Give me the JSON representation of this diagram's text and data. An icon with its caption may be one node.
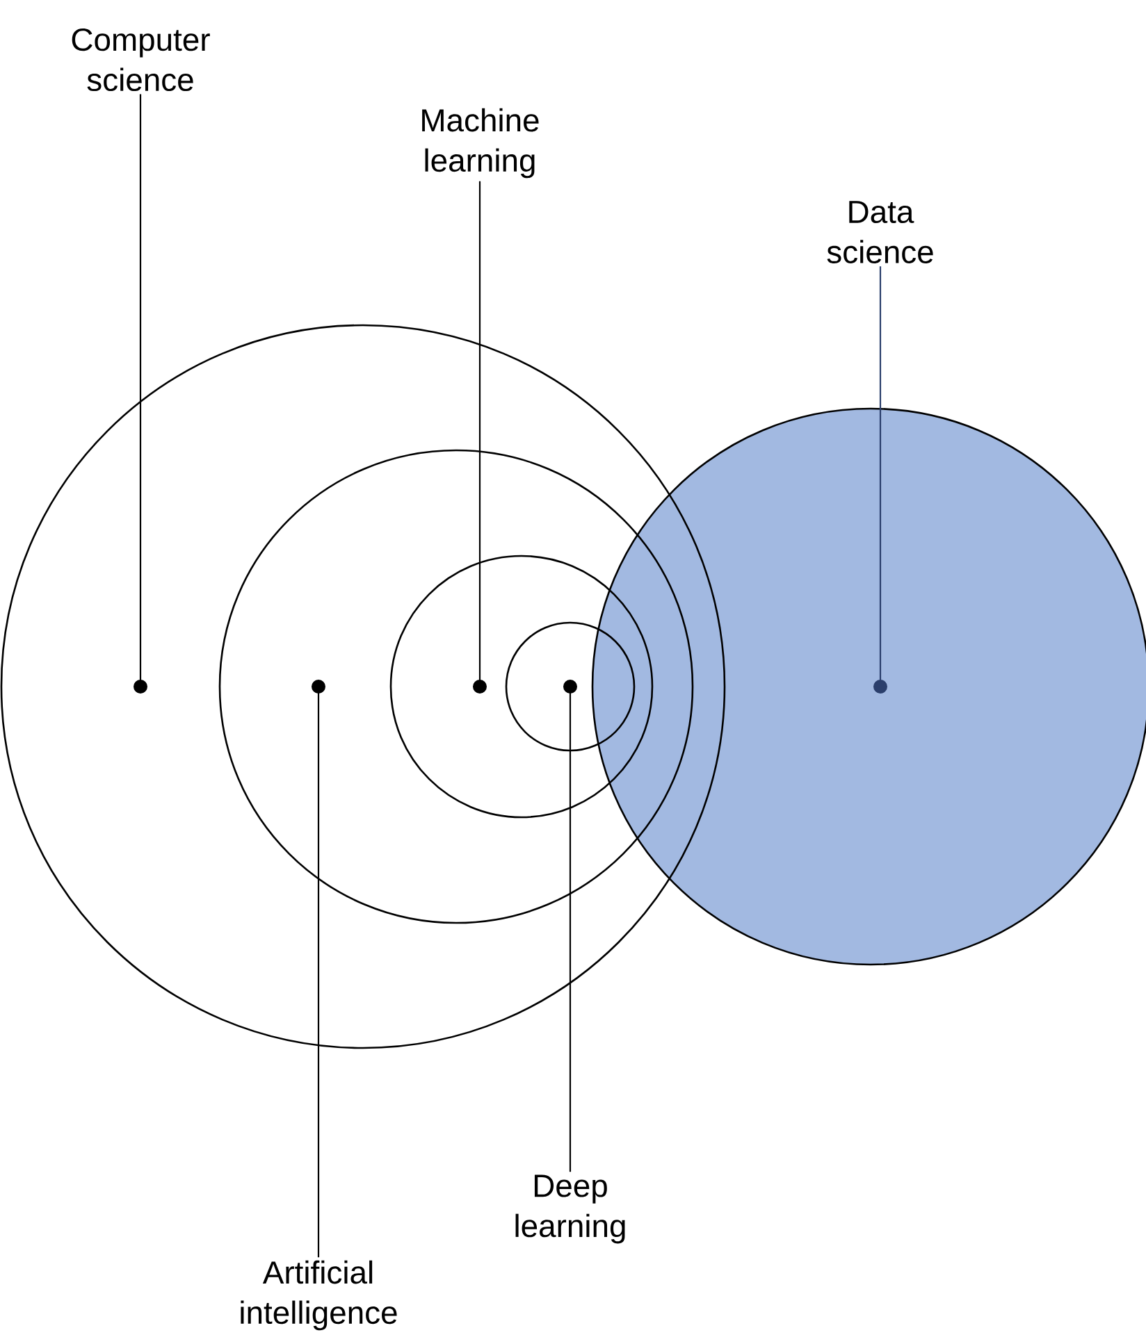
{
  "diagram": {
    "nodes": [
      {
        "text": [],
        "shape": "circle"
      },
      {
        "text": [],
        "shape": "circle",
        "in": 0
      },
      {
        "text": [],
        "shape": "circle",
        "in": 1
      },
      {
        "text": [],
        "shape": "circle",
        "in": 2
      },
      {
        "text": [],
        "shape": "circle"
      },
      {
        "text": [
          "Computer science"
        ]
      },
      {
        "text": [
          "Machine learning"
        ]
      },
      {
        "text": [
          "Data science"
        ]
      },
      {
        "text": [
          "Deep learning"
        ]
      },
      {
        "text": [
          "Artificial intelligence"
        ]
      }
    ],
    "edges": [
      {
        "from": 5,
        "to": 0,
        "arrow": "other"
      },
      {
        "from": 6,
        "to": 2,
        "arrow": "other"
      },
      {
        "from": 7,
        "to": 4,
        "arrow": "other",
        "color": "#2b3f6c"
      },
      {
        "from": 8,
        "to": 3,
        "arrow": "other"
      },
      {
        "from": 9,
        "to": 1,
        "arrow": "other"
      }
    ]
  }
}
